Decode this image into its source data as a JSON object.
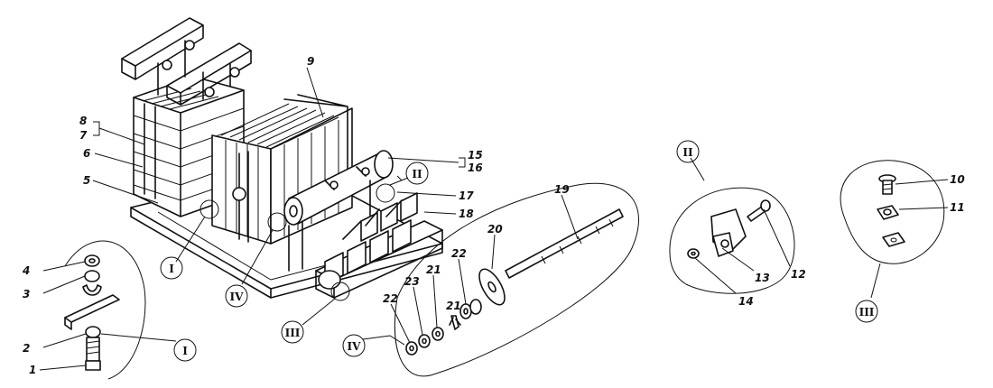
{
  "labels": {
    "l1": "1",
    "l2": "2",
    "l3": "3",
    "l4": "4",
    "l5": "5",
    "l6": "6",
    "l7": "7",
    "l8": "8",
    "l9": "9",
    "l10": "10",
    "l11": "11",
    "l12": "12",
    "l13": "13",
    "l14": "14",
    "l15": "15",
    "l16": "16",
    "l17": "17",
    "l18": "18",
    "l19": "19",
    "l20": "20",
    "l21a": "21",
    "l21b": "21",
    "l22a": "22",
    "l22b": "22",
    "l23": "23"
  },
  "details": {
    "I": "I",
    "II": "II",
    "III": "III",
    "IV": "IV"
  },
  "colors": {
    "ink": "#111111",
    "paper": "#ffffff"
  }
}
